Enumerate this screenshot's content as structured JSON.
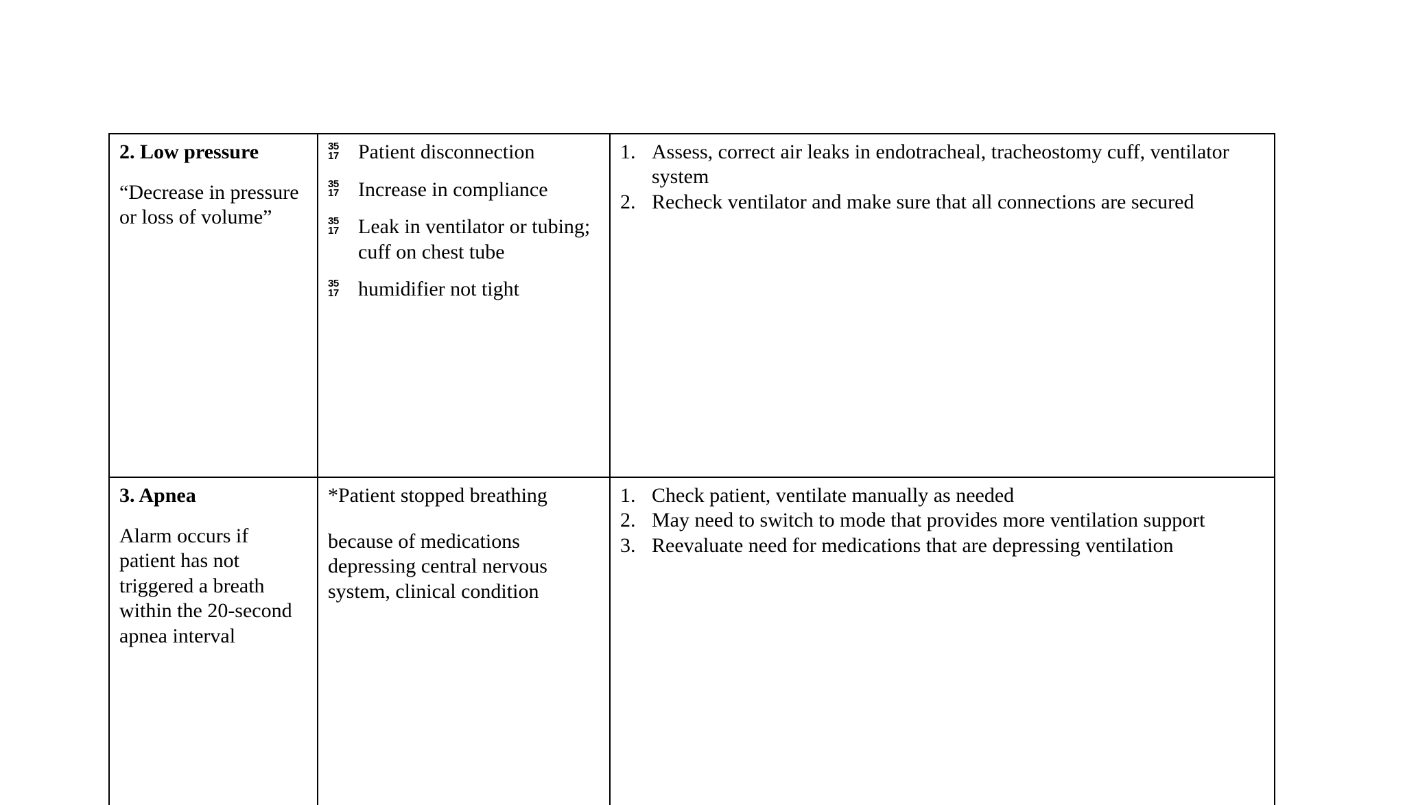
{
  "document": {
    "kind": "table",
    "background_color": "#ffffff",
    "text_color": "#000000",
    "border_color": "#000000",
    "truncated_at_bottom": true
  },
  "table": {
    "rows": [
      {
        "id": "low-pressure",
        "alarm": {
          "heading": "2. Low pressure",
          "description": "“Decrease in pressure or loss of  volume”"
        },
        "causes": {
          "bullet_glyph": {
            "top": "35",
            "bottom": "17",
            "note": "missing-glyph box"
          },
          "items": [
            "Patient disconnection",
            "Increase in compliance",
            "Leak in ventilator or tubing; cuff on chest tube",
            "humidifier not tight"
          ]
        },
        "interventions": {
          "items": [
            {
              "marker": "1.",
              "text": "Assess, correct air leaks in endotracheal, tracheostomy cuff, ventilator system"
            },
            {
              "marker": "2.",
              "text": "Recheck ventilator and make sure that all connections are secured"
            }
          ]
        }
      },
      {
        "id": "apnea",
        "alarm": {
          "heading": "3. Apnea",
          "description": "Alarm occurs if patient has not triggered a breath within the 20-second apnea interval"
        },
        "causes": {
          "paragraphs": [
            "*Patient stopped breathing",
            "because of medications depressing central nervous system, clinical condition"
          ]
        },
        "interventions": {
          "items": [
            {
              "marker": "1.",
              "text": "Check patient, ventilate manually as needed"
            },
            {
              "marker": "2.",
              "text": "May need to switch to mode that provides more ventilation support"
            },
            {
              "marker": "3.",
              "text": "Reevaluate need for medications that are depressing ventilation"
            }
          ]
        }
      }
    ]
  }
}
